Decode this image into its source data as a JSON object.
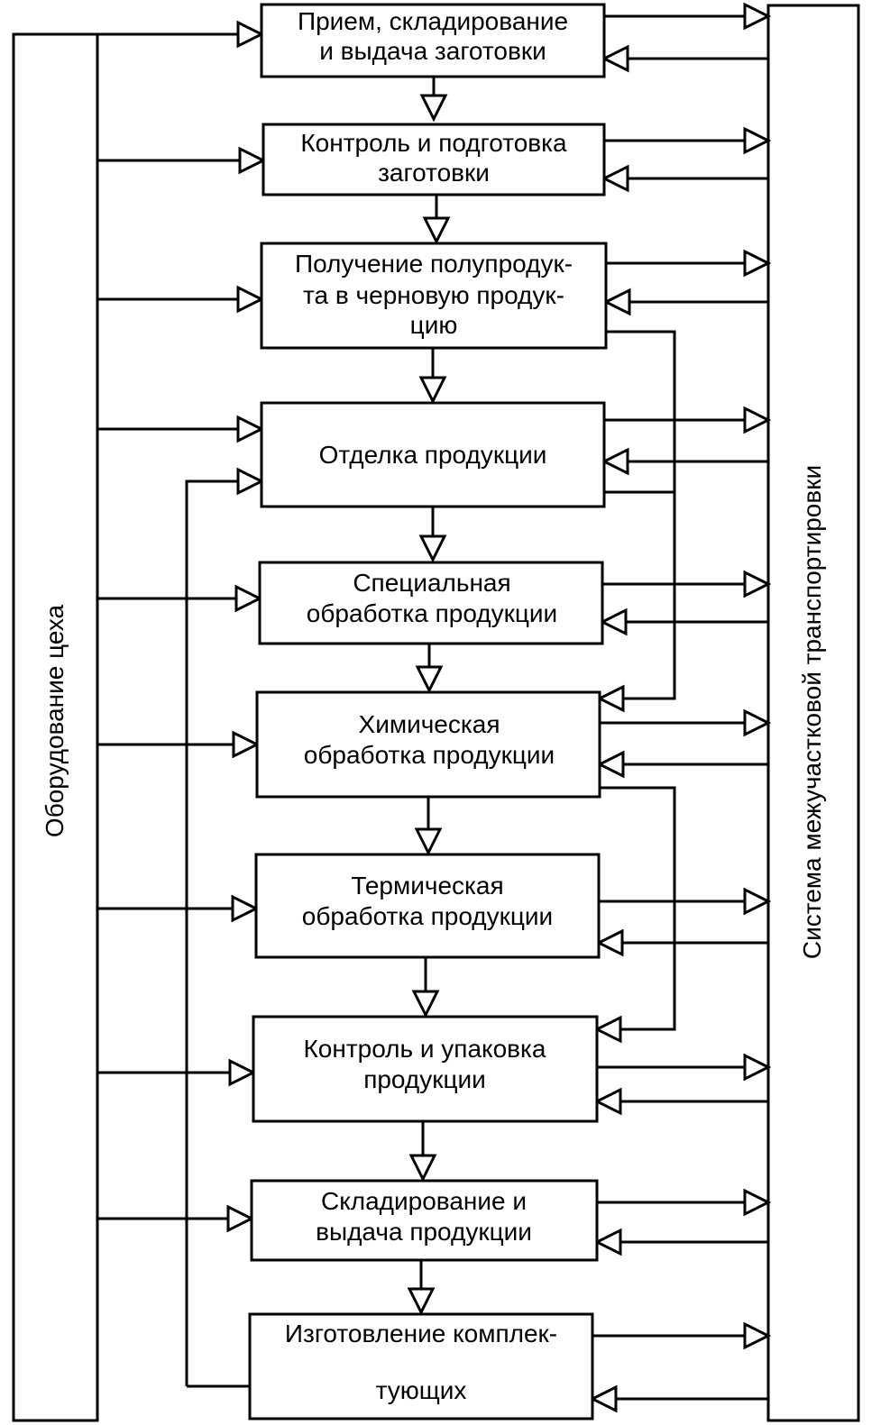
{
  "left_column": {
    "label": "Оборудование цеха"
  },
  "right_column": {
    "label": "Система межучастковой транспортировки"
  },
  "steps": [
    {
      "lines": [
        "Прием, складирование",
        "и выдача заготовки"
      ]
    },
    {
      "lines": [
        "Контроль и подготовка",
        "заготовки"
      ]
    },
    {
      "lines": [
        "Получение полупродук-",
        "та в черновую продук-",
        "цию"
      ]
    },
    {
      "lines": [
        "Отделка продукции"
      ]
    },
    {
      "lines": [
        "Специальная",
        "обработка продукции"
      ]
    },
    {
      "lines": [
        "Химическая",
        "обработка продукции"
      ]
    },
    {
      "lines": [
        "Термическая",
        "обработка продукции"
      ]
    },
    {
      "lines": [
        "Контроль и упаковка",
        "продукции"
      ]
    },
    {
      "lines": [
        "Складирование и",
        "выдача продукции"
      ]
    },
    {
      "lines": [
        "Изготовление комплек-",
        "тующих"
      ]
    }
  ]
}
